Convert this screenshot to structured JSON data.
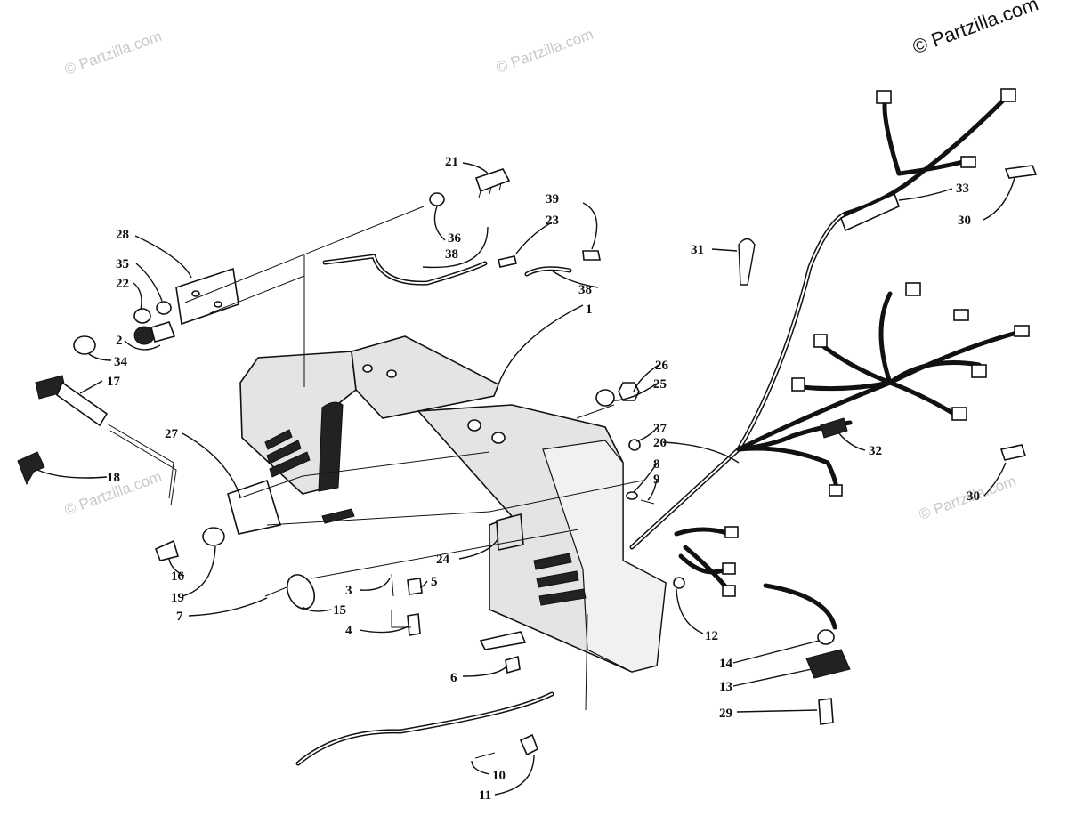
{
  "watermark": {
    "text": "© Partzilla.com"
  },
  "copyright": {
    "text": "© Partzilla.com"
  },
  "callouts": {
    "c1": "1",
    "c2": "2",
    "c3": "3",
    "c4": "4",
    "c5": "5",
    "c6": "6",
    "c7": "7",
    "c8": "8",
    "c9": "9",
    "c10": "10",
    "c11": "11",
    "c12": "12",
    "c13": "13",
    "c14": "14",
    "c15": "15",
    "c16": "16",
    "c17": "17",
    "c18": "18",
    "c19": "19",
    "c20": "20",
    "c21": "21",
    "c22": "22",
    "c23": "23",
    "c24": "24",
    "c25": "25",
    "c26": "26",
    "c27": "27",
    "c28": "28",
    "c29": "29",
    "c30a": "30",
    "c30b": "30",
    "c31": "31",
    "c32": "32",
    "c33": "33",
    "c34": "34",
    "c35": "35",
    "c36": "36",
    "c37": "37",
    "c38a": "38",
    "c38b": "38",
    "c39": "39"
  }
}
